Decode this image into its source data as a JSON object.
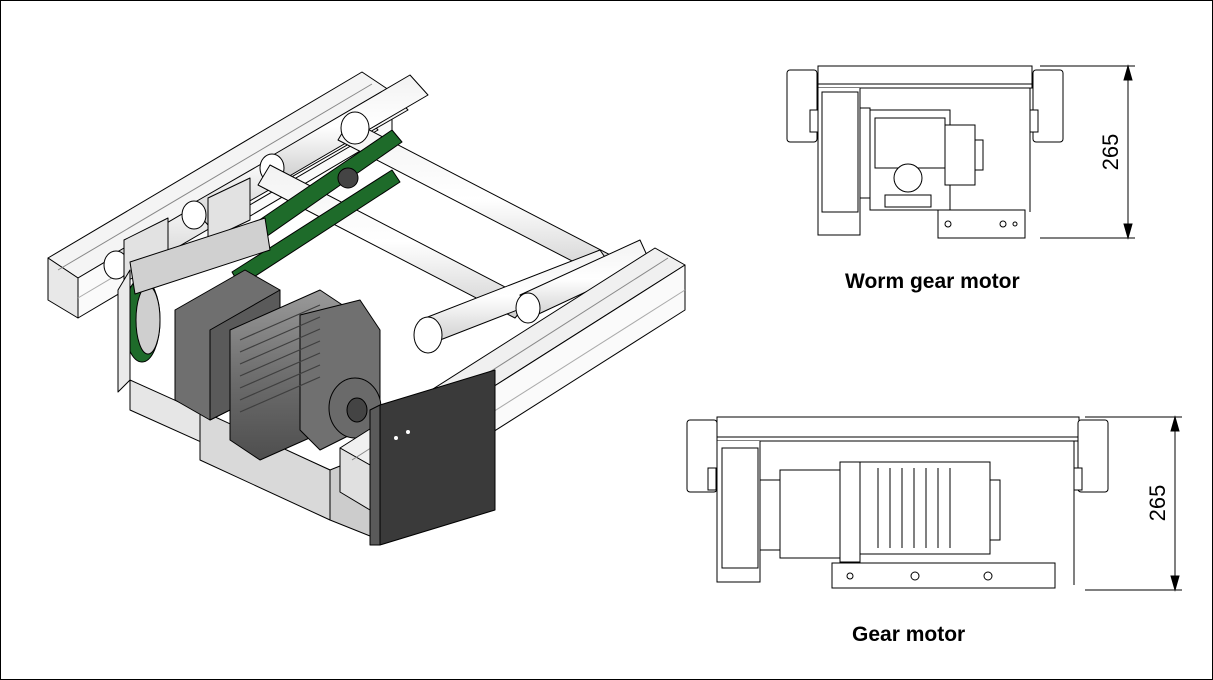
{
  "views": {
    "worm": {
      "caption": "Worm gear motor",
      "dimension": "265"
    },
    "gear": {
      "caption": "Gear motor",
      "dimension": "265"
    }
  },
  "colors": {
    "belt": "#1e6b2a",
    "motor": "#7a7a7a",
    "motor_dark": "#555555",
    "frame": "#d8d8d8",
    "line": "#000000"
  }
}
